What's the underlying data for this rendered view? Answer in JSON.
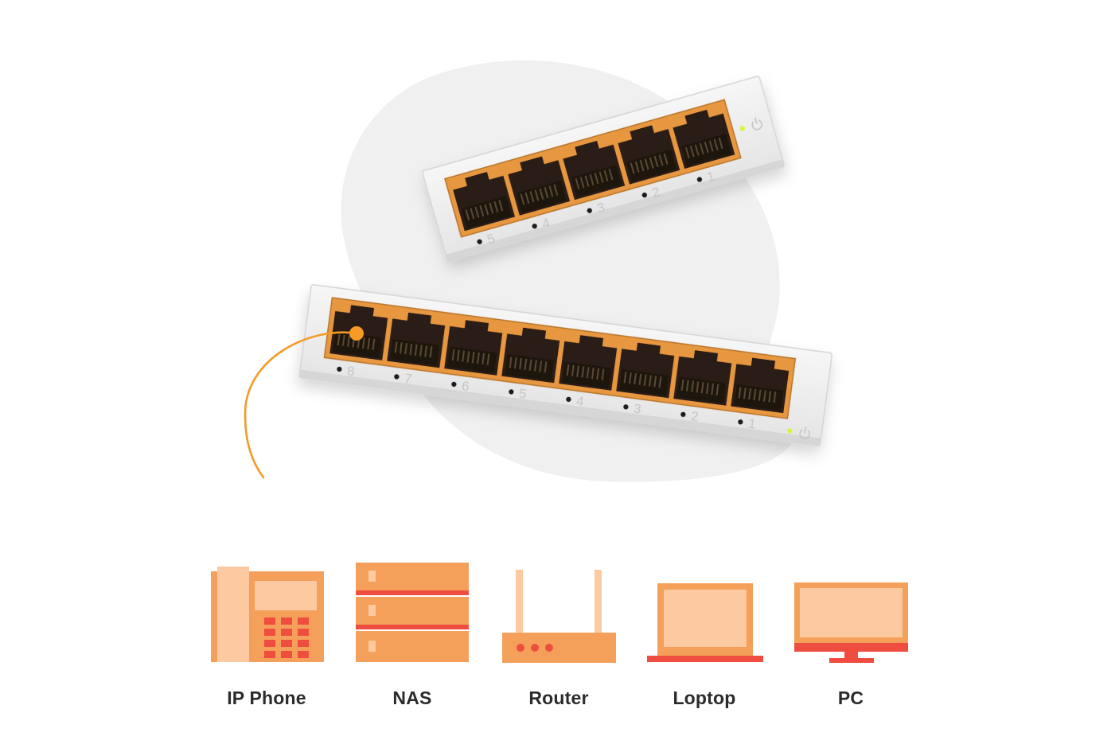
{
  "switch_small": {
    "port_numbers": [
      "5",
      "4",
      "3",
      "2",
      "1"
    ]
  },
  "switch_large": {
    "port_numbers": [
      "8",
      "7",
      "6",
      "5",
      "4",
      "3",
      "2",
      "1"
    ]
  },
  "devices": [
    {
      "label": "IP Phone",
      "icon": "ip-phone-icon"
    },
    {
      "label": "NAS",
      "icon": "nas-icon"
    },
    {
      "label": "Router",
      "icon": "router-icon"
    },
    {
      "label": "Loptop",
      "icon": "laptop-icon"
    },
    {
      "label": "PC",
      "icon": "pc-icon"
    }
  ],
  "colors": {
    "accent_orange": "#F4A05A",
    "light_orange": "#FCC9A0",
    "red": "#EF4D3F",
    "cable": "#F59A25",
    "port_frame": "#E7973F",
    "led_green": "#D8F53A"
  }
}
